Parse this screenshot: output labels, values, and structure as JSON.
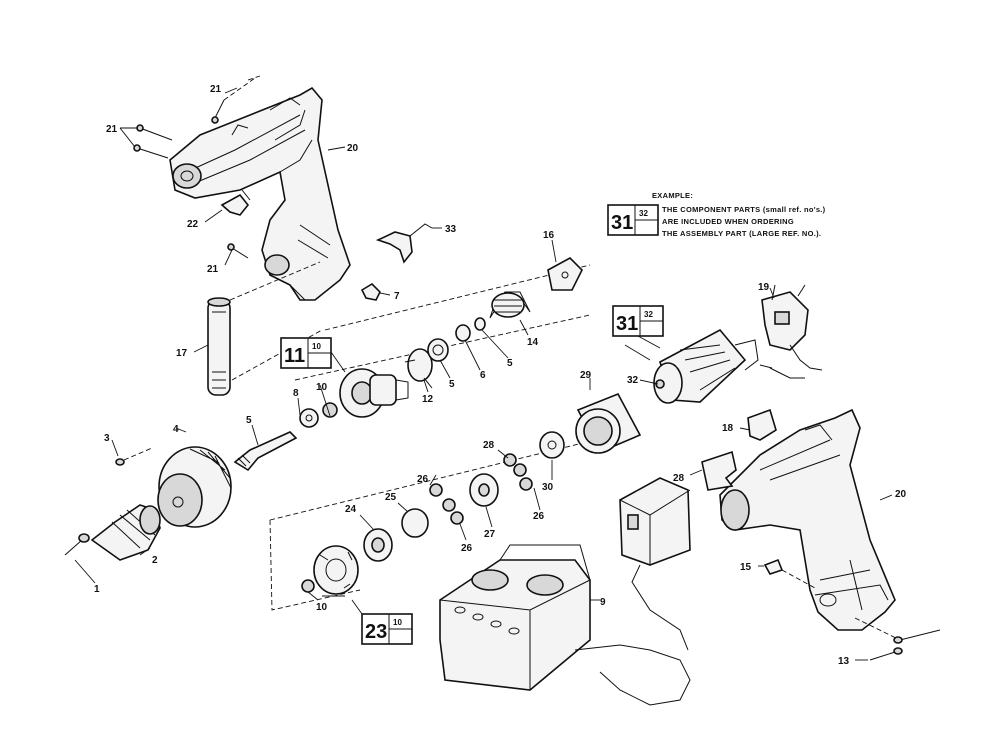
{
  "callouts": [
    {
      "id": "c21a",
      "text": "21"
    },
    {
      "id": "c21b",
      "text": "21"
    },
    {
      "id": "c20a",
      "text": "20"
    },
    {
      "id": "c22",
      "text": "22"
    },
    {
      "id": "c33",
      "text": "33"
    },
    {
      "id": "c21c",
      "text": "21"
    },
    {
      "id": "c7",
      "text": "7"
    },
    {
      "id": "c17",
      "text": "17"
    },
    {
      "id": "c16",
      "text": "16"
    },
    {
      "id": "c14",
      "text": "14"
    },
    {
      "id": "c5a",
      "text": "5"
    },
    {
      "id": "c6",
      "text": "6"
    },
    {
      "id": "c5b",
      "text": "5"
    },
    {
      "id": "c12",
      "text": "12"
    },
    {
      "id": "c10a",
      "text": "10"
    },
    {
      "id": "c8",
      "text": "8"
    },
    {
      "id": "c5c",
      "text": "5"
    },
    {
      "id": "c3",
      "text": "3"
    },
    {
      "id": "c4",
      "text": "4"
    },
    {
      "id": "c2",
      "text": "2"
    },
    {
      "id": "c1",
      "text": "1"
    },
    {
      "id": "c19",
      "text": "19"
    },
    {
      "id": "c29",
      "text": "29"
    },
    {
      "id": "c32",
      "text": "32"
    },
    {
      "id": "c18",
      "text": "18"
    },
    {
      "id": "c28a",
      "text": "28"
    },
    {
      "id": "c28b",
      "text": "28"
    },
    {
      "id": "c30",
      "text": "30"
    },
    {
      "id": "c26a",
      "text": "26"
    },
    {
      "id": "c26b",
      "text": "26"
    },
    {
      "id": "c26c",
      "text": "26"
    },
    {
      "id": "c25",
      "text": "25"
    },
    {
      "id": "c27",
      "text": "27"
    },
    {
      "id": "c24",
      "text": "24"
    },
    {
      "id": "c10b",
      "text": "10"
    },
    {
      "id": "c9",
      "text": "9"
    },
    {
      "id": "c20b",
      "text": "20"
    },
    {
      "id": "c15",
      "text": "15"
    },
    {
      "id": "c13",
      "text": "13"
    }
  ],
  "assembly_boxes": [
    {
      "id": "b11",
      "big": "11",
      "small": "10"
    },
    {
      "id": "b31",
      "big": "31",
      "small": "32"
    },
    {
      "id": "b23",
      "big": "23",
      "small": "10"
    }
  ],
  "example": {
    "heading": "EXAMPLE:",
    "box_big": "31",
    "box_small": "32",
    "lines": [
      "THE COMPONENT PARTS (small ref. no's.)",
      "ARE INCLUDED WHEN ORDERING",
      "THE ASSEMBLY PART (LARGE REF. NO.)."
    ]
  }
}
